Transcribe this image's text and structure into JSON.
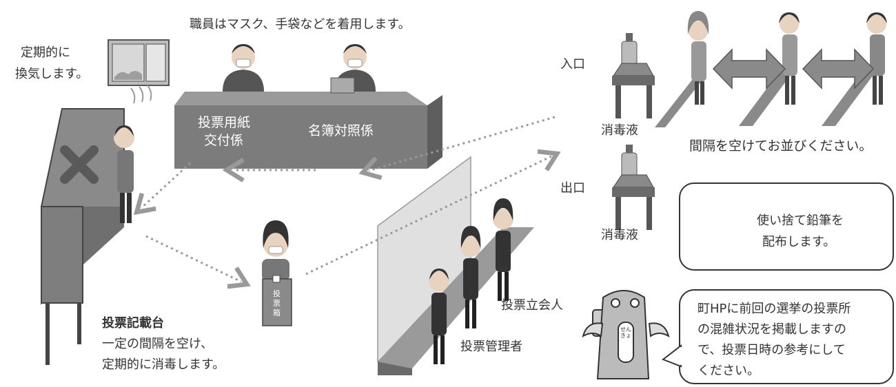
{
  "staff_note": "職員はマスク、手袋などを着用します。",
  "ventilation": [
    "定期的に",
    "換気します。"
  ],
  "counter": {
    "ballot_issue": [
      "投票用紙",
      "交付係"
    ],
    "roll_check": "名簿対照係"
  },
  "entrance_label": "入口",
  "exit_label": "出口",
  "disinfectant_label_1": "消毒液",
  "disinfectant_label_2": "消毒液",
  "queue_note": "間隔を空けてお並びください。",
  "pencil_note": [
    "使い捨て鉛筆を",
    "配布します。"
  ],
  "ballot_box_chars": [
    "投",
    "票",
    "箱"
  ],
  "writing_desk": {
    "title": "投票記載台",
    "desc": [
      "一定の間隔を空け、",
      "定期的に消毒します。"
    ]
  },
  "witness_label": "投票立会人",
  "manager_label": "投票管理者",
  "mascot_note": [
    "町HPに前回の選挙の投票所",
    "の混雑状況を掲載しますの",
    "で、投票日時の参考にして",
    "ください。"
  ],
  "mascot_badge": "せんきょ",
  "colors": {
    "gray_dark": "#6e6e6e",
    "gray_mid": "#8c8c8c",
    "gray_light": "#c8c8c8",
    "line": "#333333",
    "arrow": "#999999"
  }
}
